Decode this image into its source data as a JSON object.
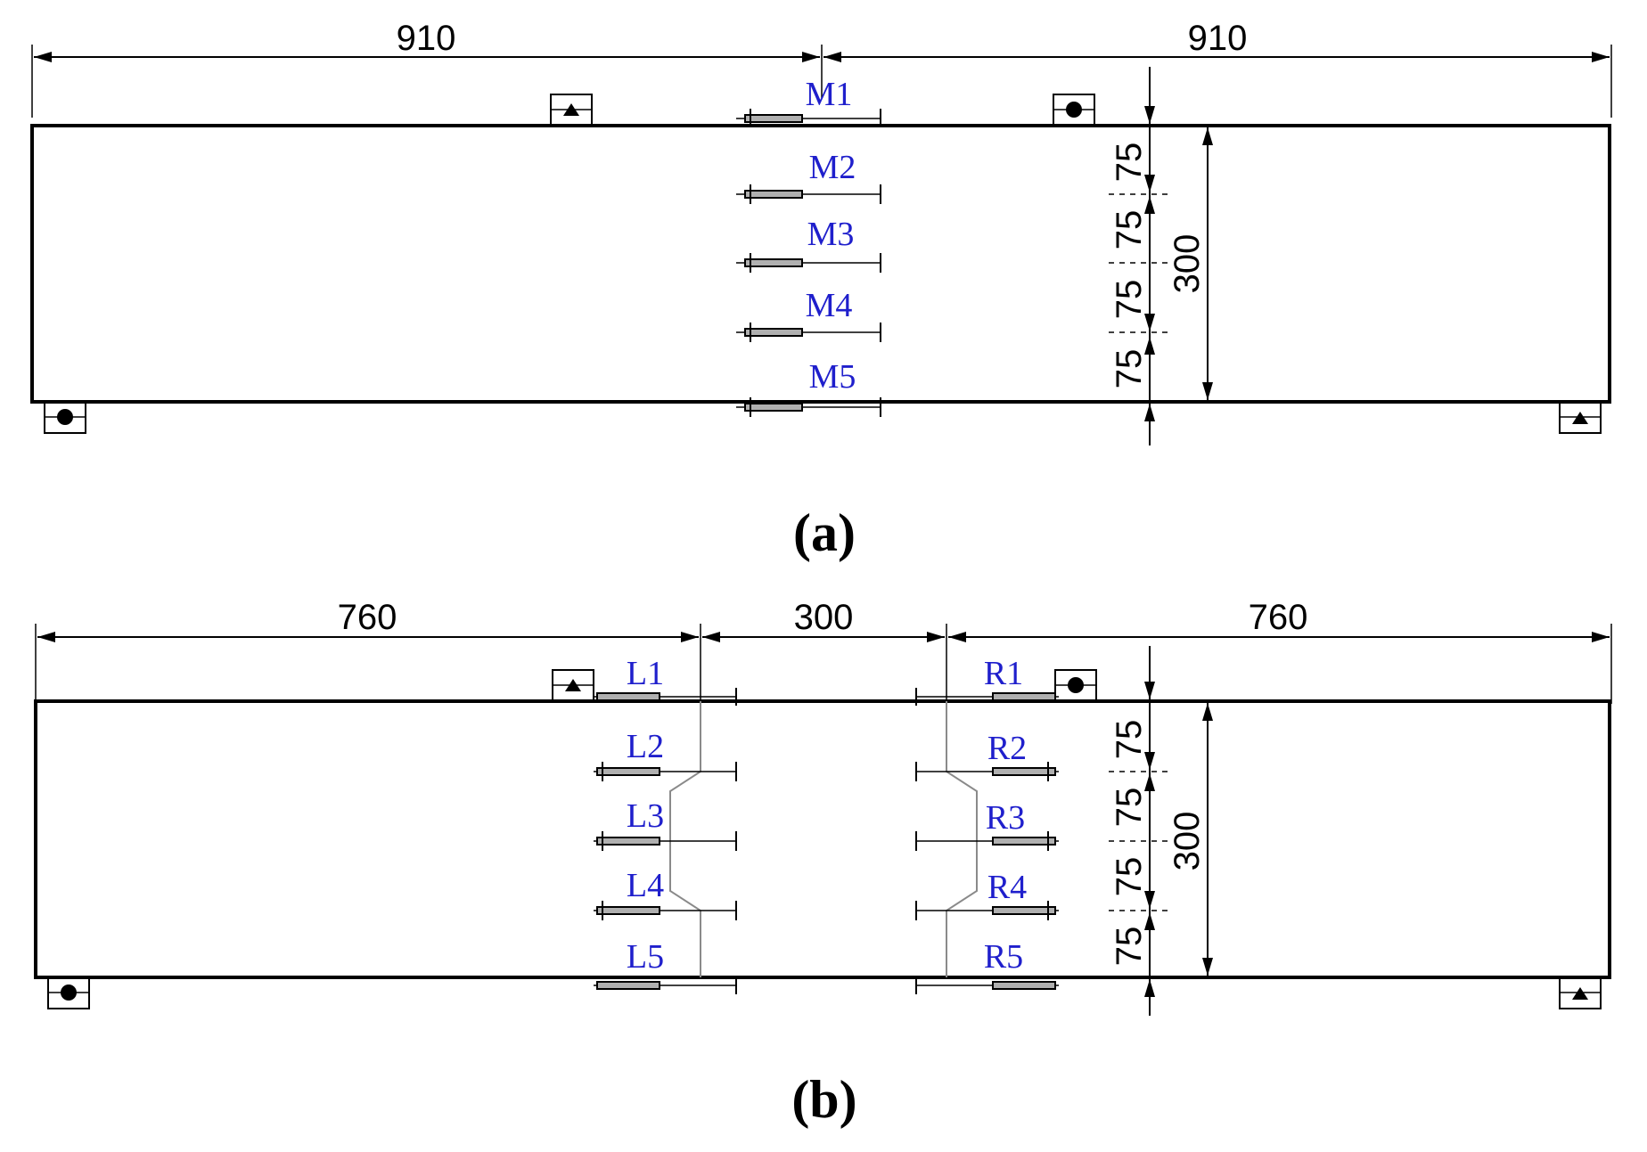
{
  "diagram_a": {
    "caption": "(a)",
    "dim_top_left": "910",
    "dim_top_right": "910",
    "dim_vertical": [
      "75",
      "75",
      "75",
      "75"
    ],
    "dim_height": "300",
    "gauges": [
      "M1",
      "M2",
      "M3",
      "M4",
      "M5"
    ]
  },
  "diagram_b": {
    "caption": "(b)",
    "dim_top_left": "760",
    "dim_top_middle": "300",
    "dim_top_right": "760",
    "dim_vertical": [
      "75",
      "75",
      "75",
      "75"
    ],
    "dim_height": "300",
    "gauges_left": [
      "L1",
      "L2",
      "L3",
      "L4",
      "L5"
    ],
    "gauges_right": [
      "R1",
      "R2",
      "R3",
      "R4",
      "R5"
    ]
  }
}
